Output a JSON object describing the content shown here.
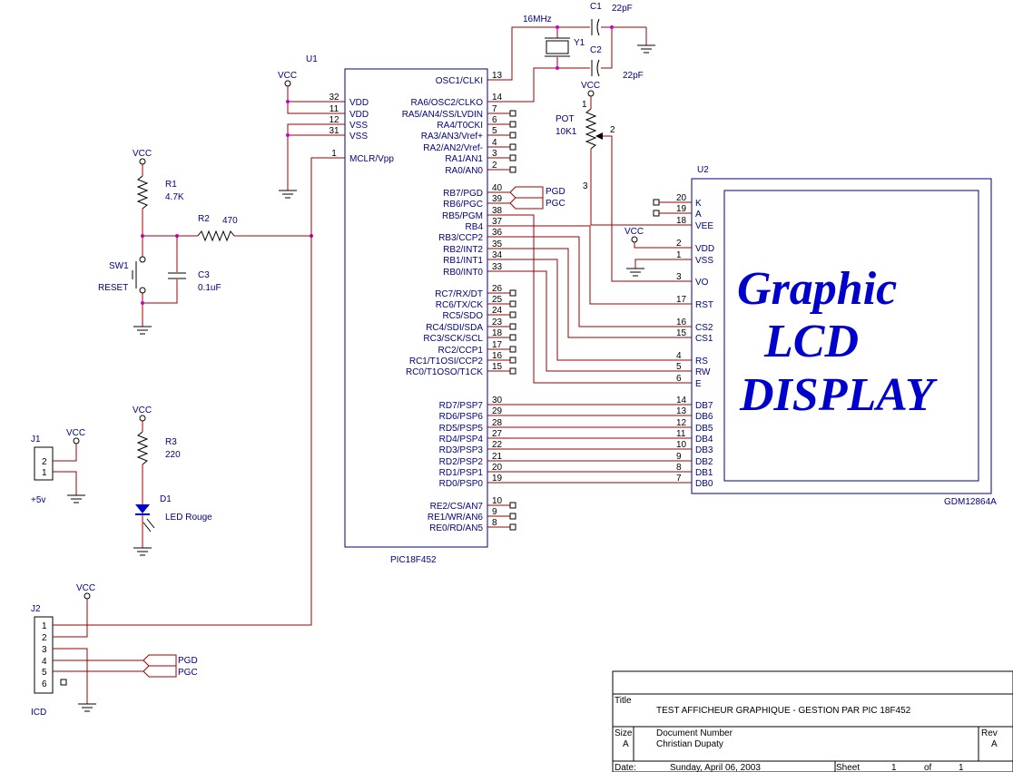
{
  "u1": {
    "ref": "U1",
    "part": "PIC18F452",
    "left_pins": [
      {
        "num": "32",
        "name": "VDD"
      },
      {
        "num": "11",
        "name": "VDD"
      },
      {
        "num": "12",
        "name": "VSS"
      },
      {
        "num": "31",
        "name": "VSS"
      },
      {
        "num": "1",
        "name": "MCLR/Vpp"
      }
    ],
    "right_pins": [
      {
        "num": "13",
        "name": "OSC1/CLKI"
      },
      {
        "num": "14",
        "name": "RA6/OSC2/CLKO"
      },
      {
        "num": "7",
        "name": "RA5/AN4/SS/LVDIN"
      },
      {
        "num": "6",
        "name": "RA4/T0CKI"
      },
      {
        "num": "5",
        "name": "RA3/AN3/Vref+"
      },
      {
        "num": "4",
        "name": "RA2/AN2/Vref-"
      },
      {
        "num": "3",
        "name": "RA1/AN1"
      },
      {
        "num": "2",
        "name": "RA0/AN0"
      },
      {
        "num": "40",
        "name": "RB7/PGD"
      },
      {
        "num": "39",
        "name": "RB6/PGC"
      },
      {
        "num": "38",
        "name": "RB5/PGM"
      },
      {
        "num": "37",
        "name": "RB4"
      },
      {
        "num": "36",
        "name": "RB3/CCP2"
      },
      {
        "num": "35",
        "name": "RB2/INT2"
      },
      {
        "num": "34",
        "name": "RB1/INT1"
      },
      {
        "num": "33",
        "name": "RB0/INT0"
      },
      {
        "num": "26",
        "name": "RC7/RX/DT"
      },
      {
        "num": "25",
        "name": "RC6/TX/CK"
      },
      {
        "num": "24",
        "name": "RC5/SDO"
      },
      {
        "num": "23",
        "name": "RC4/SDI/SDA"
      },
      {
        "num": "18",
        "name": "RC3/SCK/SCL"
      },
      {
        "num": "17",
        "name": "RC2/CCP1"
      },
      {
        "num": "16",
        "name": "RC1/T1OSI/CCP2"
      },
      {
        "num": "15",
        "name": "RC0/T1OSO/T1CK"
      },
      {
        "num": "30",
        "name": "RD7/PSP7"
      },
      {
        "num": "29",
        "name": "RD6/PSP6"
      },
      {
        "num": "28",
        "name": "RD5/PSP5"
      },
      {
        "num": "27",
        "name": "RD4/PSP4"
      },
      {
        "num": "22",
        "name": "RD3/PSP3"
      },
      {
        "num": "21",
        "name": "RD2/PSP2"
      },
      {
        "num": "20",
        "name": "RD1/PSP1"
      },
      {
        "num": "19",
        "name": "RD0/PSP0"
      },
      {
        "num": "10",
        "name": "RE2/CS/AN7"
      },
      {
        "num": "9",
        "name": "RE1/WR/AN6"
      },
      {
        "num": "8",
        "name": "RE0/RD/AN5"
      }
    ]
  },
  "u2": {
    "ref": "U2",
    "part": "GDM12864A",
    "pins": [
      {
        "num": "20",
        "name": "K"
      },
      {
        "num": "19",
        "name": "A"
      },
      {
        "num": "18",
        "name": "VEE"
      },
      {
        "num": "2",
        "name": "VDD"
      },
      {
        "num": "1",
        "name": "VSS"
      },
      {
        "num": "3",
        "name": "VO"
      },
      {
        "num": "17",
        "name": "RST"
      },
      {
        "num": "16",
        "name": "CS2"
      },
      {
        "num": "15",
        "name": "CS1"
      },
      {
        "num": "4",
        "name": "RS"
      },
      {
        "num": "5",
        "name": "RW"
      },
      {
        "num": "6",
        "name": "E"
      },
      {
        "num": "14",
        "name": "DB7"
      },
      {
        "num": "13",
        "name": "DB6"
      },
      {
        "num": "12",
        "name": "DB5"
      },
      {
        "num": "11",
        "name": "DB4"
      },
      {
        "num": "10",
        "name": "DB3"
      },
      {
        "num": "9",
        "name": "DB2"
      },
      {
        "num": "8",
        "name": "DB1"
      },
      {
        "num": "7",
        "name": "DB0"
      }
    ],
    "display_text": [
      "Graphic",
      "LCD",
      "DISPLAY"
    ]
  },
  "parts": {
    "y1": "Y1",
    "y1_freq": "16MHz",
    "c1": "C1",
    "c1_val": "22pF",
    "c2": "C2",
    "c2_val": "22pF",
    "pot": "POT",
    "pot_val": "10K1",
    "pot_pin1": "1",
    "pot_pin2": "2",
    "pot_pin3": "3",
    "r1": "R1",
    "r1_val": "4.7K",
    "r2": "R2",
    "r2_val": "470",
    "sw1": "SW1",
    "sw1_name": "RESET",
    "c3": "C3",
    "c3_val": "0.1uF",
    "r3": "R3",
    "r3_val": "220",
    "d1": "D1",
    "d1_name": "LED Rouge",
    "j1": "J1",
    "j1_name": "+5v",
    "j1_pin2": "2",
    "j1_pin1": "1",
    "j2": "J2",
    "j2_name": "ICD",
    "j2_pins": [
      "1",
      "2",
      "3",
      "4",
      "5",
      "6"
    ]
  },
  "nets": {
    "vcc": "VCC",
    "pgd": "PGD",
    "pgc": "PGC"
  },
  "title_block": {
    "title_label": "Title",
    "title": "TEST AFFICHEUR GRAPHIQUE - GESTION PAR PIC 18F452",
    "size_label": "Size",
    "size": "A",
    "docnum_label": "Document Number",
    "docnum": "Christian Dupaty",
    "rev_label": "Rev",
    "rev": "A",
    "date_label": "Date:",
    "date": "Sunday, April 06, 2003",
    "sheet_label": "Sheet",
    "sheet": "1",
    "of_label": "of",
    "of": "1"
  }
}
